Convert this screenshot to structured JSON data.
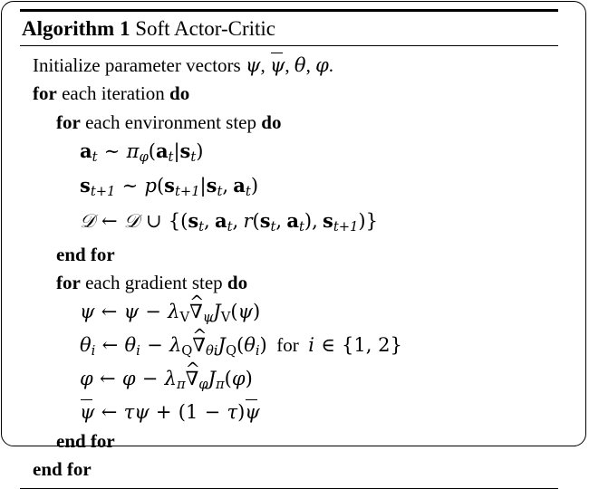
{
  "figure": {
    "kind": "algorithm-pseudocode-box",
    "border_color": "#000000",
    "background_color": "#ffffff"
  },
  "algorithm": {
    "label": "Algorithm 1",
    "name": "Soft Actor-Critic",
    "lines": [
      {
        "id": "init",
        "indent": 0,
        "text": "Initialize parameter vectors ψ, ψ̄, θ, φ."
      },
      {
        "id": "for-iteration",
        "indent": 0,
        "text": "for each iteration do"
      },
      {
        "id": "for-env-step",
        "indent": 1,
        "text": "for each environment step do"
      },
      {
        "id": "sample-action",
        "indent": 2,
        "text": "a_t ~ π_φ(a_t|s_t)"
      },
      {
        "id": "sample-next-state",
        "indent": 2,
        "text": "s_{t+1} ~ p(s_{t+1}|s_t, a_t)"
      },
      {
        "id": "replay-buffer-update",
        "indent": 2,
        "text": "D ← D ∪ {(s_t, a_t, r(s_t, a_t), s_{t+1})}"
      },
      {
        "id": "end-for-env-step",
        "indent": 1,
        "text": "end for"
      },
      {
        "id": "for-gradient-step",
        "indent": 1,
        "text": "for each gradient step do"
      },
      {
        "id": "update-psi",
        "indent": 2,
        "text": "ψ ← ψ − λ_V ∇̂_ψ J_V(ψ)"
      },
      {
        "id": "update-theta",
        "indent": 2,
        "text": "θ_i ← θ_i − λ_Q ∇̂_{θ_i} J_Q(θ_i) for i ∈ {1, 2}"
      },
      {
        "id": "update-phi",
        "indent": 2,
        "text": "φ ← φ − λ_π ∇̂_φ J_π(φ)"
      },
      {
        "id": "update-psi-bar",
        "indent": 2,
        "text": "ψ̄ ← τψ + (1 − τ)ψ̄"
      },
      {
        "id": "end-for-gradient-step",
        "indent": 1,
        "text": "end for"
      },
      {
        "id": "end-for-iteration",
        "indent": 0,
        "text": "end for"
      }
    ],
    "keywords": [
      "for",
      "do",
      "end for"
    ]
  }
}
